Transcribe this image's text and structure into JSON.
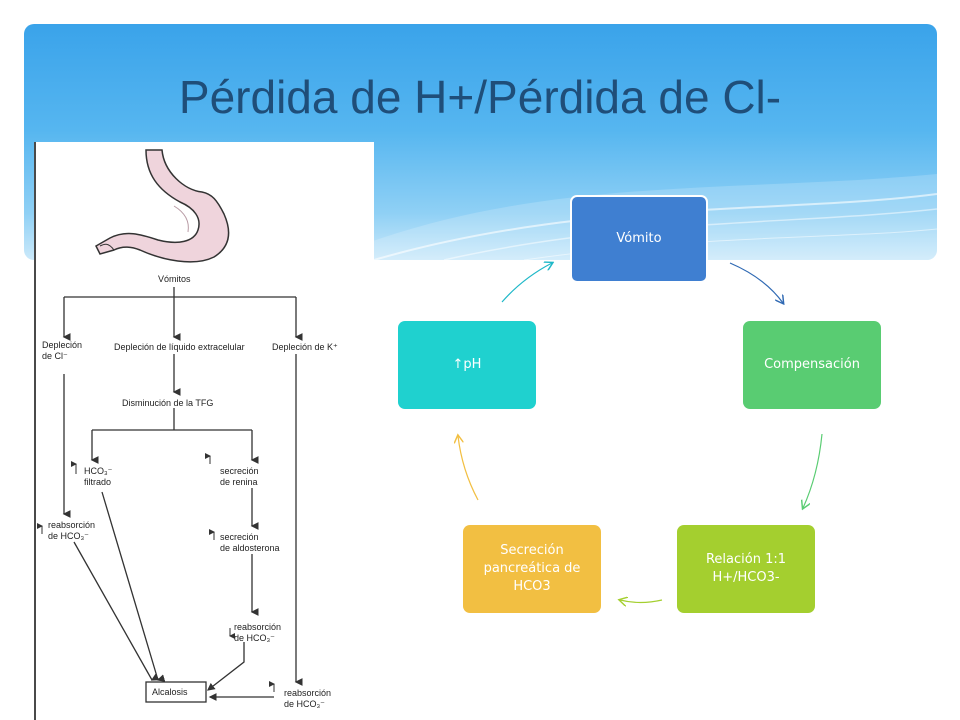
{
  "slide": {
    "title": "Pérdida de H+/Pérdida de Cl-"
  },
  "figure": {
    "vomitos": "Vómitos",
    "depl_cl": "Depleción\nde Cl⁻",
    "depl_liquido": "Depleción de líquido extracelular",
    "depl_k": "Depleción de K⁺",
    "disminucion_tfg": "Disminución de la TFG",
    "hco3_filtrado": "HCO₃⁻\nfiltrado",
    "secrecion_renina": "secreción\nde renina",
    "reabs_hco3_left": "reabsorción\nde HCO₃⁻",
    "secrecion_aldosterona": "secreción\nde aldosterona",
    "reabs_hco3_mid": "reabsorción\nde HCO₃⁻",
    "alcalosis": "Alcalosis",
    "reabs_hco3_right": "reabsorción\nde HCO₃⁻"
  },
  "cycle": {
    "nodes": [
      {
        "label": "Vómito",
        "color": "#3f7fd1"
      },
      {
        "label": "Compensación",
        "color": "#59cc72"
      },
      {
        "label": "Relación 1:1 H+/HCO3-",
        "color": "#a4cf2f"
      },
      {
        "label": "Secreción pancreática de HCO3",
        "color": "#f2bf42"
      },
      {
        "label": "↑pH",
        "color": "#1fd1cf"
      }
    ],
    "arrow_colors": [
      "#2f69b3",
      "#59cc72",
      "#a4cf2f",
      "#f2bf42",
      "#1fb8c8"
    ]
  }
}
